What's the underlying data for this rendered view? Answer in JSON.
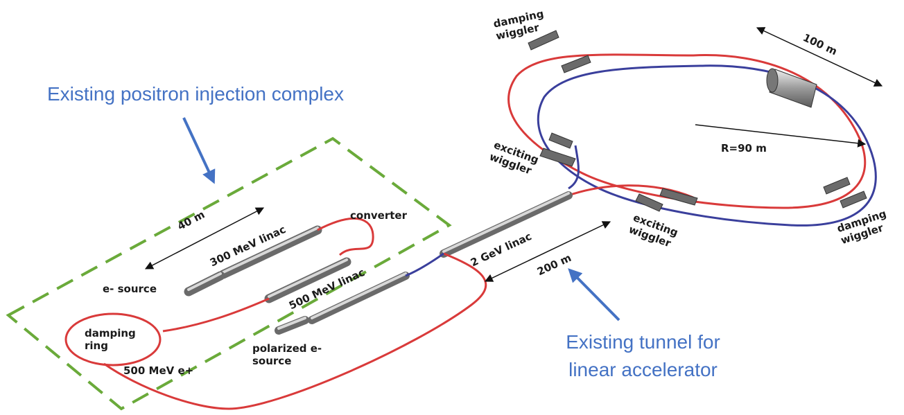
{
  "annotations": {
    "positron_complex": "Existing positron injection complex",
    "tunnel_line1": "Existing tunnel for",
    "tunnel_line2": "linear accelerator"
  },
  "labels": {
    "damping_wiggler_top_1": "damping",
    "damping_wiggler_top_2": "wiggler",
    "dim_100m": "100 m",
    "radius": "R=90 m",
    "exciting_wiggler_left_1": "exciting",
    "exciting_wiggler_left_2": "wiggler",
    "exciting_wiggler_right_1": "exciting",
    "exciting_wiggler_right_2": "wiggler",
    "damping_wiggler_right_1": "damping",
    "damping_wiggler_right_2": "wiggler",
    "dim_40m": "40 m",
    "linac_300": "300 MeV linac",
    "converter": "converter",
    "linac_500": "500 MeV linac",
    "e_source": "e- source",
    "linac_2gev": "2 GeV linac",
    "dim_200m": "200 m",
    "damping_ring_1": "damping",
    "damping_ring_2": "ring",
    "polarized_1": "polarized e-",
    "polarized_2": "source",
    "e_plus_500": "500 MeV e+"
  },
  "colors": {
    "red_beamline": "#d93a3a",
    "blue_beamline": "#3a3f9c",
    "dashed_box": "#6aaa3a",
    "annotation": "#4472c4"
  }
}
